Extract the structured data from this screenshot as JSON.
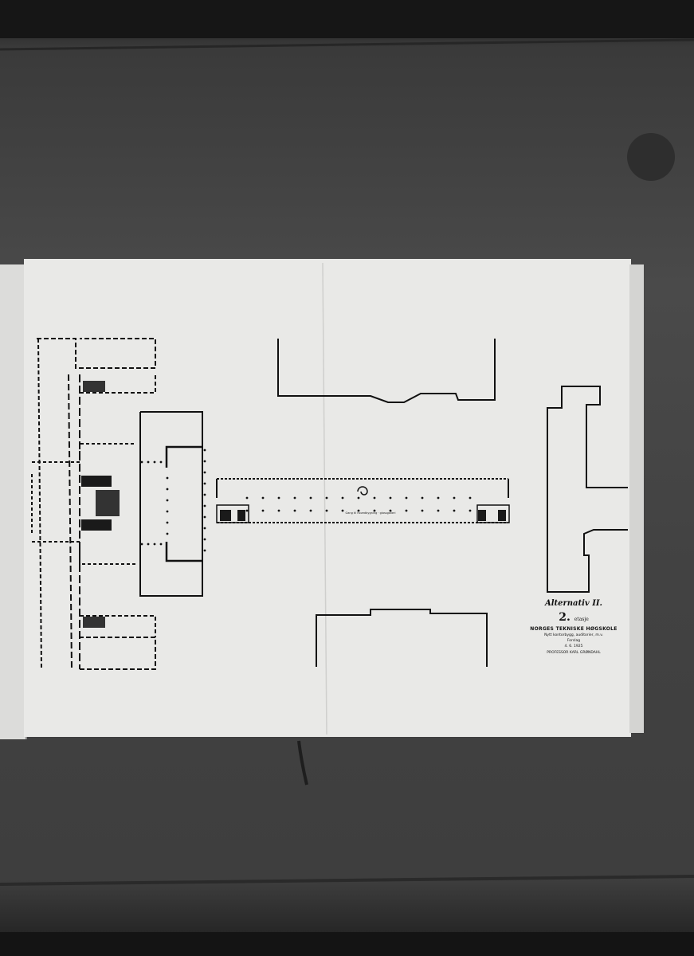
{
  "drawing": {
    "alternative_label": "Alternativ II.",
    "floor_number": "2.",
    "floor_word": "etasje",
    "institution": "NORGES TEKNISKE HØGSKOLE",
    "subtitle": "Nytt kontorbygg, auditorier, m.v.",
    "scale_word": "Forslag",
    "date": "4. 6. 1925",
    "architect": "PROFESSOR KARL GRØNDAHL",
    "corridor_label": "Gang til hovedbygning · glassgalleri"
  },
  "colors": {
    "background": "#2b2b2b",
    "paper": "#e9e9e7",
    "ink": "#111111"
  }
}
